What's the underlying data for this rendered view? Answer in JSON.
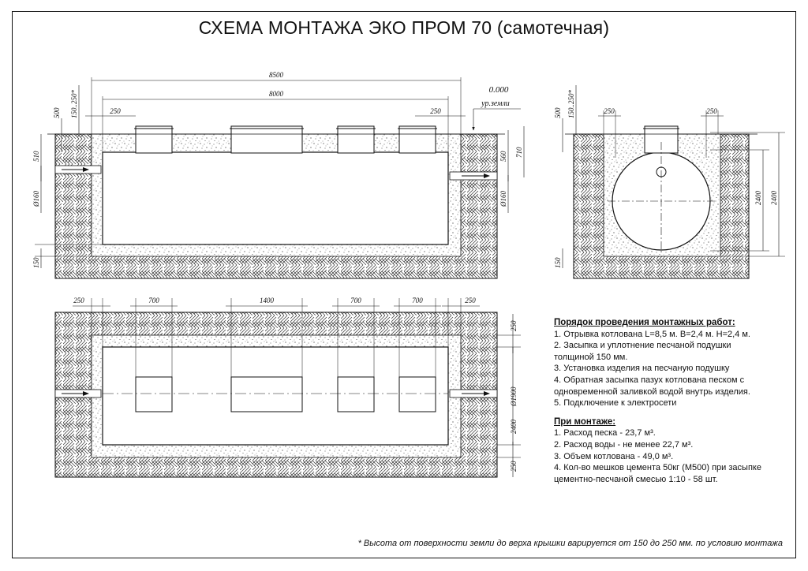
{
  "title": "СХЕМА МОНТАЖА ЭКО ПРОМ 70 (самотечная)",
  "ground": {
    "level": "0.000",
    "label": "ур.земли"
  },
  "dims_side": {
    "overall": "8500",
    "inner": "8000",
    "left_gap": "250",
    "right_gap": "250",
    "cover": "500",
    "cover_var": "150..250*",
    "top_left": "510",
    "inlet": "Ø160",
    "outlet": "Ø160",
    "right_560": "560",
    "right_710": "710",
    "bottom": "150"
  },
  "dims_end": {
    "cover": "500",
    "cover_var": "150..250*",
    "left_gap": "250",
    "right_gap": "250",
    "h_inner": "2400",
    "h_outer": "2400",
    "bottom": "150"
  },
  "dims_plan": {
    "left_gap": "250",
    "hatch1": "700",
    "hatch2": "1400",
    "hatch3": "700",
    "hatch4": "700",
    "right_gap": "250",
    "top": "250",
    "diameter": "Ø1900",
    "width": "2400",
    "bottom": "250"
  },
  "notes": {
    "heading1": "Порядок проведения монтажных работ:",
    "steps": [
      "1. Отрывка котлована L=8,5 м. B=2,4 м. H=2,4 м.",
      "2. Засыпка и уплотнение песчаной подушки",
      "толщиной 150 мм.",
      "3. Установка изделия на песчаную подушку",
      "4. Обратная засыпка пазух котлована песком с",
      "одновременной заливкой водой внутрь изделия.",
      "5. Подключение к электросети"
    ],
    "heading2": "При монтаже:",
    "items": [
      "1. Расход песка - 23,7 м³.",
      "2. Расход воды - не менее 22,7 м³.",
      "3. Объем котлована - 49,0 м³.",
      "4. Кол-во мешков цемента 50кг (М500) при засыпке",
      "цементно-песчаной смесью 1:10 - 58 шт."
    ]
  },
  "footnote": "* Высота от поверхности земли до верха крышки варируется от 150 до 250 мм. по условию монтажа"
}
